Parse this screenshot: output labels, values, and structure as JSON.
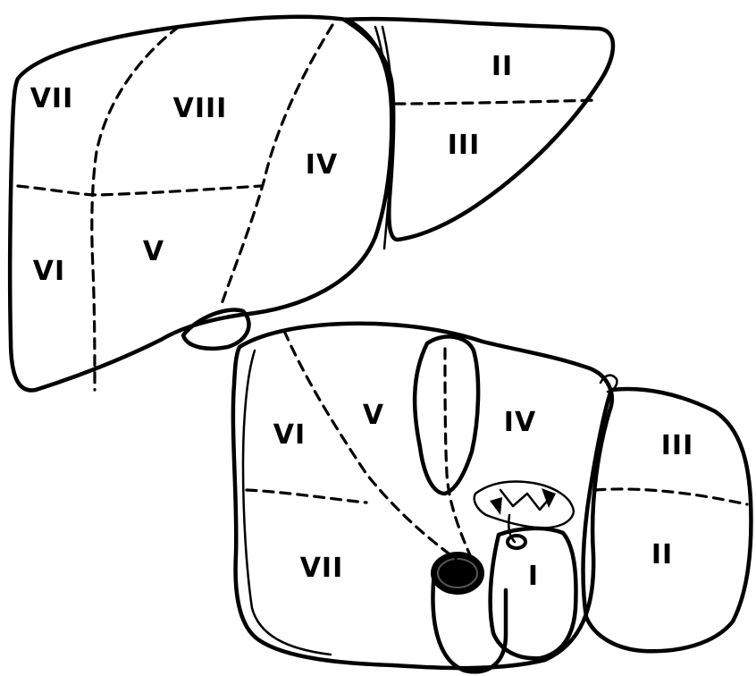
{
  "anterior_view": {
    "segments": [
      {
        "id": "seg-vii",
        "label": "VII"
      },
      {
        "id": "seg-viii",
        "label": "VIII"
      },
      {
        "id": "seg-iv",
        "label": "IV"
      },
      {
        "id": "seg-ii",
        "label": "II"
      },
      {
        "id": "seg-iii",
        "label": "III"
      },
      {
        "id": "seg-vi",
        "label": "VI"
      },
      {
        "id": "seg-v",
        "label": "V"
      }
    ]
  },
  "inferior_view": {
    "segments": [
      {
        "id": "seg-vi",
        "label": "VI"
      },
      {
        "id": "seg-v",
        "label": "V"
      },
      {
        "id": "seg-iv",
        "label": "IV"
      },
      {
        "id": "seg-iii",
        "label": "III"
      },
      {
        "id": "seg-vii",
        "label": "VII"
      },
      {
        "id": "seg-i",
        "label": "I"
      },
      {
        "id": "seg-ii",
        "label": "II"
      }
    ]
  }
}
